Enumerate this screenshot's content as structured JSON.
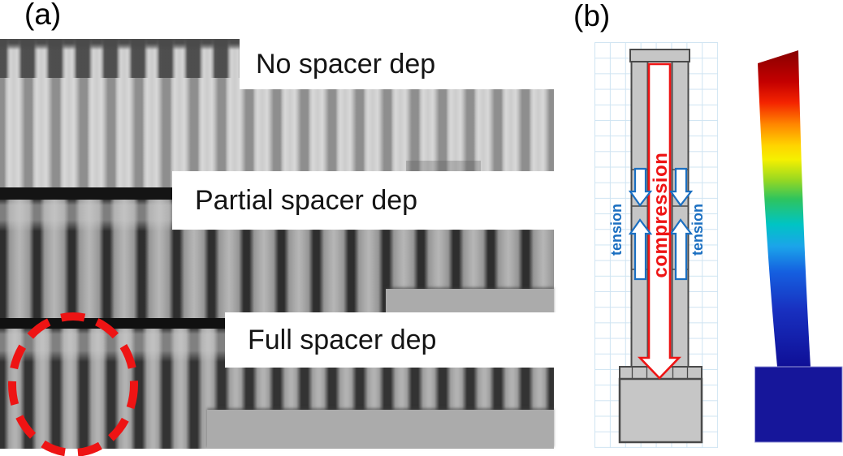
{
  "figure": {
    "panel_a": {
      "label": "(a)",
      "captions": [
        "No spacer dep",
        "Partial spacer dep",
        "Full spacer dep"
      ],
      "highlight": {
        "shape": "dashed-ellipse",
        "color": "#ee1414"
      }
    },
    "panel_b": {
      "label": "(b)",
      "schematic": {
        "compression_label": "compression",
        "tension_left_label": "tension",
        "tension_right_label": "tension",
        "compression_color": "#ee1414",
        "tension_color": "#1b6fc1",
        "structure_fill": "#c6c6c6",
        "structure_border": "#4a4a4a",
        "grid_color": "#cfe4f2"
      },
      "fem": {
        "type": "bent-pillar-stress-colormap",
        "colormap_top_to_bottom": [
          "#870000",
          "#c40000",
          "#f42300",
          "#ff8800",
          "#ffd300",
          "#f5f000",
          "#97d822",
          "#2ec45e",
          "#00c4c4",
          "#1ba4ea",
          "#1560e0",
          "#1830c0",
          "#0f0f96"
        ],
        "base_color": "#16169a"
      }
    }
  }
}
